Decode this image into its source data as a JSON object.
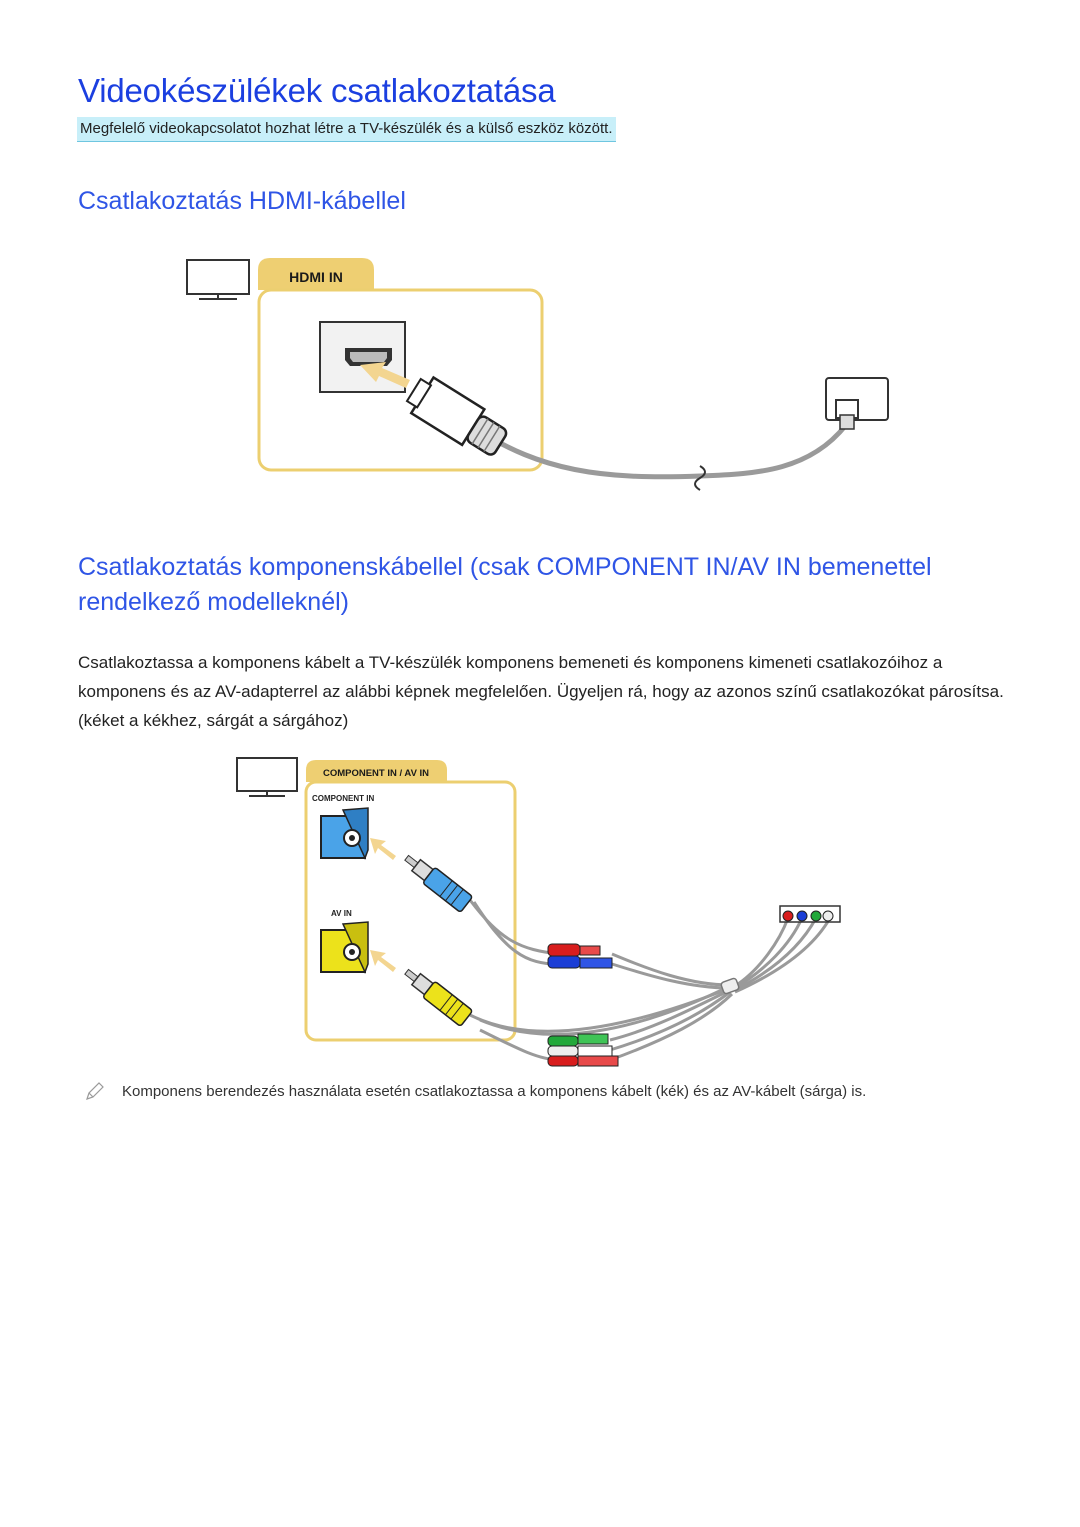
{
  "page": {
    "title": "Videokészülékek csatlakoztatása",
    "intro": "Megfelelő videokapcsolatot hozhat létre a TV-készülék és a külső eszköz között."
  },
  "hdmi_section": {
    "heading": "Csatlakoztatás HDMI-kábellel",
    "diagram": {
      "port_tab_label": "HDMI IN",
      "icons": [
        "tv-icon",
        "hdmi-port-icon",
        "hdmi-plug-icon",
        "external-device-icon"
      ]
    }
  },
  "component_section": {
    "heading": "Csatlakoztatás komponenskábellel (csak COMPONENT IN/AV IN bemenettel rendelkező modelleknél)",
    "body": "Csatlakoztassa a komponens kábelt a TV-készülék komponens bemeneti és komponens kimeneti csatlakozóihoz a komponens és az AV-adapterrel az alábbi képnek megfelelően. Ügyeljen rá, hogy az azonos színű csatlakozókat párosítsa. (kéket a kékhez, sárgát a sárgához)",
    "diagram": {
      "port_tab_label": "COMPONENT IN / AV IN",
      "component_label": "COMPONENT IN",
      "av_label": "AV IN",
      "colors": {
        "blue": "#4aa3e8",
        "yellow": "#ece21b",
        "red": "#d81d1d",
        "green": "#22a83a",
        "dark_blue": "#1b3ed6"
      }
    }
  },
  "note": {
    "icon": "pencil-icon",
    "text": "Komponens berendezés használata esetén csatlakoztassa a komponens kábelt (kék) és az AV-kábelt (sárga) is."
  }
}
